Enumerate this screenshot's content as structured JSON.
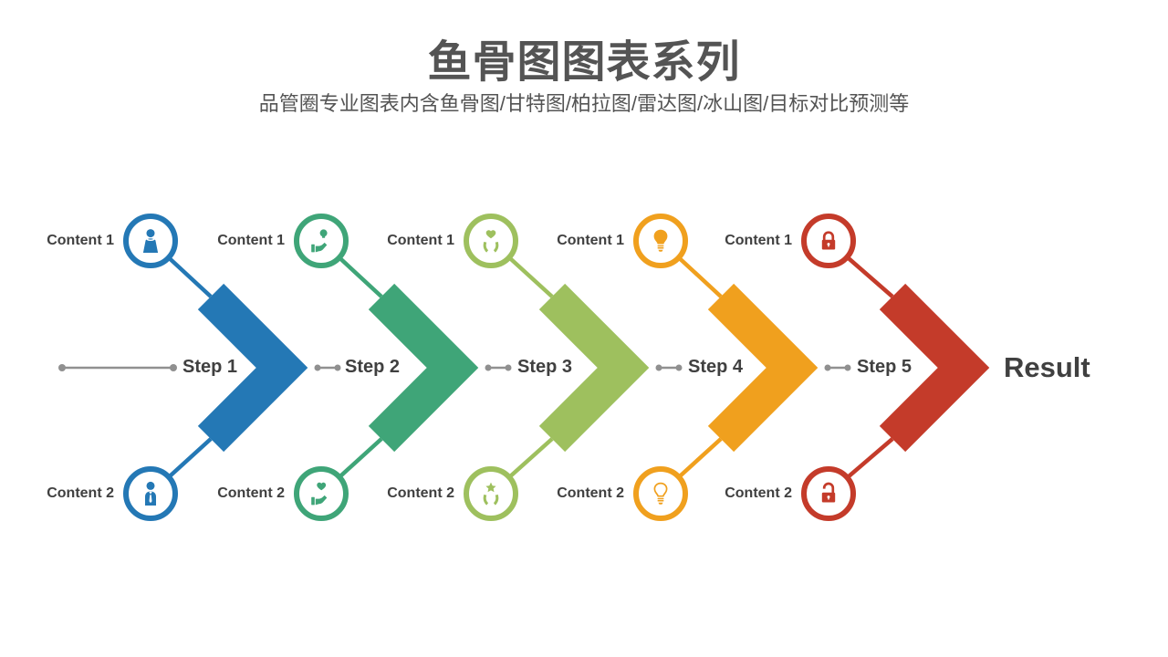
{
  "slide": {
    "title": "鱼骨图图表系列",
    "subtitle": "品管圈专业图表内含鱼骨图/甘特图/柏拉图/雷达图/冰山图/目标对比预测等"
  },
  "colors": {
    "heading": "#545454",
    "text": "#404040",
    "connector": "#909090",
    "background": "#ffffff"
  },
  "diagram": {
    "type": "horizontal-chevron-process",
    "result_label": "Result",
    "steps": [
      {
        "label": "Step 1",
        "content_top": "Content 1",
        "content_bottom": "Content 2",
        "color": "#2478b5",
        "icon_top": "businesswoman-icon",
        "icon_bottom": "businessman-icon"
      },
      {
        "label": "Step 2",
        "content_top": "Content 1",
        "content_bottom": "Content 2",
        "color": "#3fa578",
        "icon_top": "hand-holding-lightbulb-icon",
        "icon_bottom": "hand-holding-heart-icon"
      },
      {
        "label": "Step 3",
        "content_top": "Content 1",
        "content_bottom": "Content 2",
        "color": "#9ec05e",
        "icon_top": "hands-holding-heart-icon",
        "icon_bottom": "hands-holding-star-icon"
      },
      {
        "label": "Step 4",
        "content_top": "Content 1",
        "content_bottom": "Content 2",
        "color": "#f0a01e",
        "icon_top": "lightbulb-filled-icon",
        "icon_bottom": "lightbulb-outline-icon"
      },
      {
        "label": "Step 5",
        "content_top": "Content 1",
        "content_bottom": "Content 2",
        "color": "#c43b2a",
        "icon_top": "lock-closed-icon",
        "icon_bottom": "lock-open-icon"
      }
    ]
  }
}
